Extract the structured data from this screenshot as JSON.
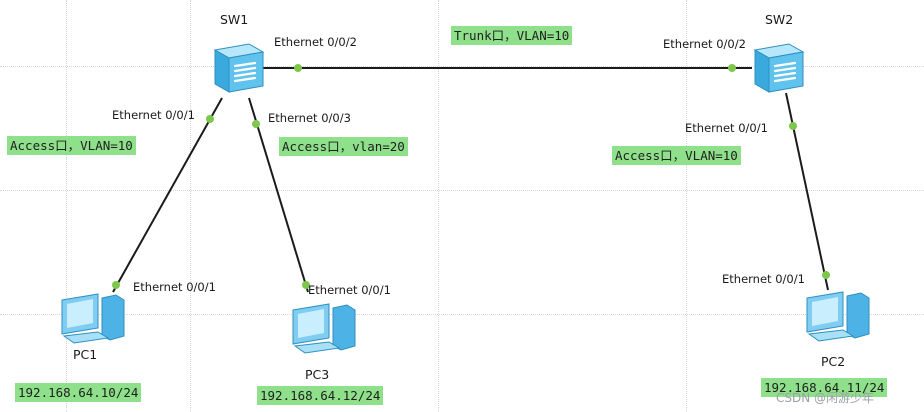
{
  "colors": {
    "note_background": "#8fe08a",
    "link": "#1b1b1b",
    "port_dot": "#7dc84a",
    "switch_body": "#5fc3ee",
    "pc_body": "#7fcdf2"
  },
  "switches": [
    {
      "name": "SW1",
      "icon": "switch-icon"
    },
    {
      "name": "SW2",
      "icon": "switch-icon"
    }
  ],
  "pcs": [
    {
      "name": "PC1",
      "icon": "pc-icon",
      "ip": "192.168.64.10/24"
    },
    {
      "name": "PC3",
      "icon": "pc-icon",
      "ip": "192.168.64.12/24"
    },
    {
      "name": "PC2",
      "icon": "pc-icon",
      "ip": "192.168.64.11/24"
    }
  ],
  "ports": {
    "sw1_to_sw2": "Ethernet 0/0/2",
    "sw1_to_pc1": "Ethernet 0/0/1",
    "sw1_to_pc3": "Ethernet 0/0/3",
    "sw2_to_sw1": "Ethernet 0/0/2",
    "sw2_to_pc2": "Ethernet 0/0/1",
    "pc1": "Ethernet 0/0/1",
    "pc3": "Ethernet 0/0/1",
    "pc2": "Ethernet 0/0/1"
  },
  "notes": {
    "trunk": "Trunk口，VLAN=10",
    "sw1_access_pc1": "Access口，VLAN=10",
    "sw1_access_pc3": "Access口，vlan=20",
    "sw2_access_pc2": "Access口，VLAN=10"
  },
  "watermark": "CSDN @闲游少年"
}
